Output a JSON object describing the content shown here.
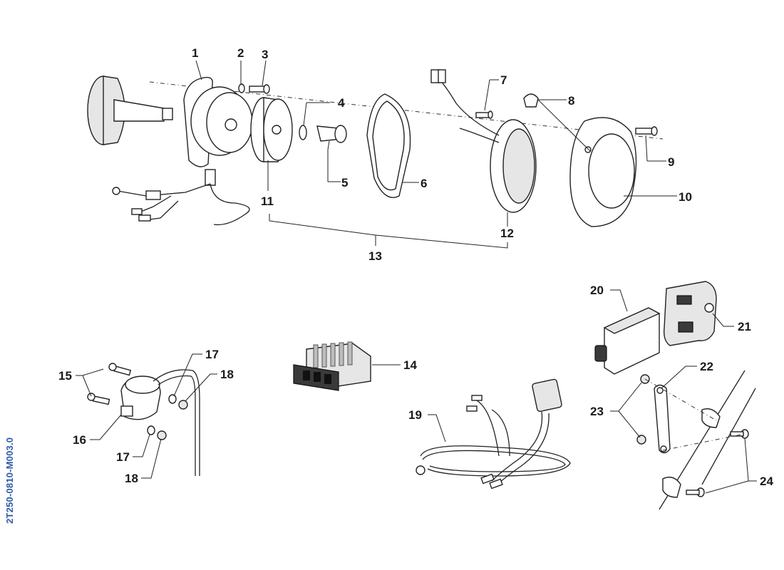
{
  "document_code": "2T250-0810-M003.0",
  "labels": {
    "n1": "1",
    "n2": "2",
    "n3": "3",
    "n4": "4",
    "n5": "5",
    "n6": "6",
    "n7": "7",
    "n8": "8",
    "n9": "9",
    "n10": "10",
    "n11": "11",
    "n12": "12",
    "n13": "13",
    "n14": "14",
    "n15": "15",
    "n16": "16",
    "n17a": "17",
    "n17b": "17",
    "n18a": "18",
    "n18b": "18",
    "n19": "19",
    "n20": "20",
    "n21": "21",
    "n22": "22",
    "n23": "23",
    "n24": "24"
  }
}
